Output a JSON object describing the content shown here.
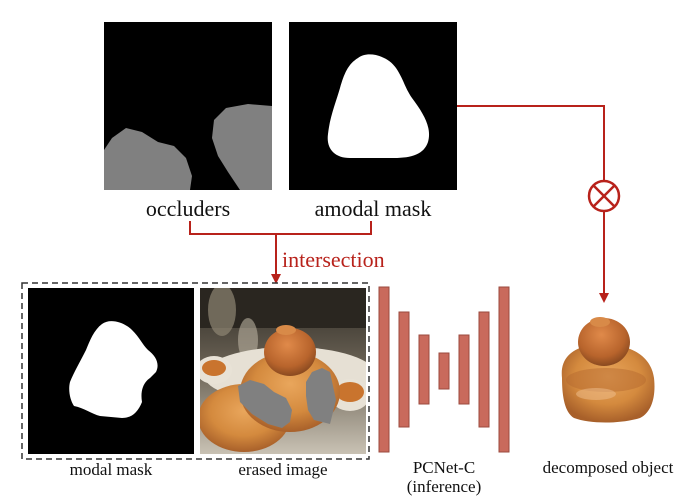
{
  "labels": {
    "occluders": "occluders",
    "amodal_mask": "amodal mask",
    "intersection": "intersection",
    "modal_mask": "modal mask",
    "erased_image": "erased image",
    "pcnet_line1": "PCNet-C",
    "pcnet_line2": "(inference)",
    "decomposed_object": "decomposed object"
  },
  "colors": {
    "arrow": "#b8221b",
    "network_bar": "#c96a5c",
    "mask_background": "#000000",
    "mask_foreground": "#ffffff",
    "occluder_fill": "#808080"
  },
  "operators": {
    "multiply": "⊗"
  }
}
